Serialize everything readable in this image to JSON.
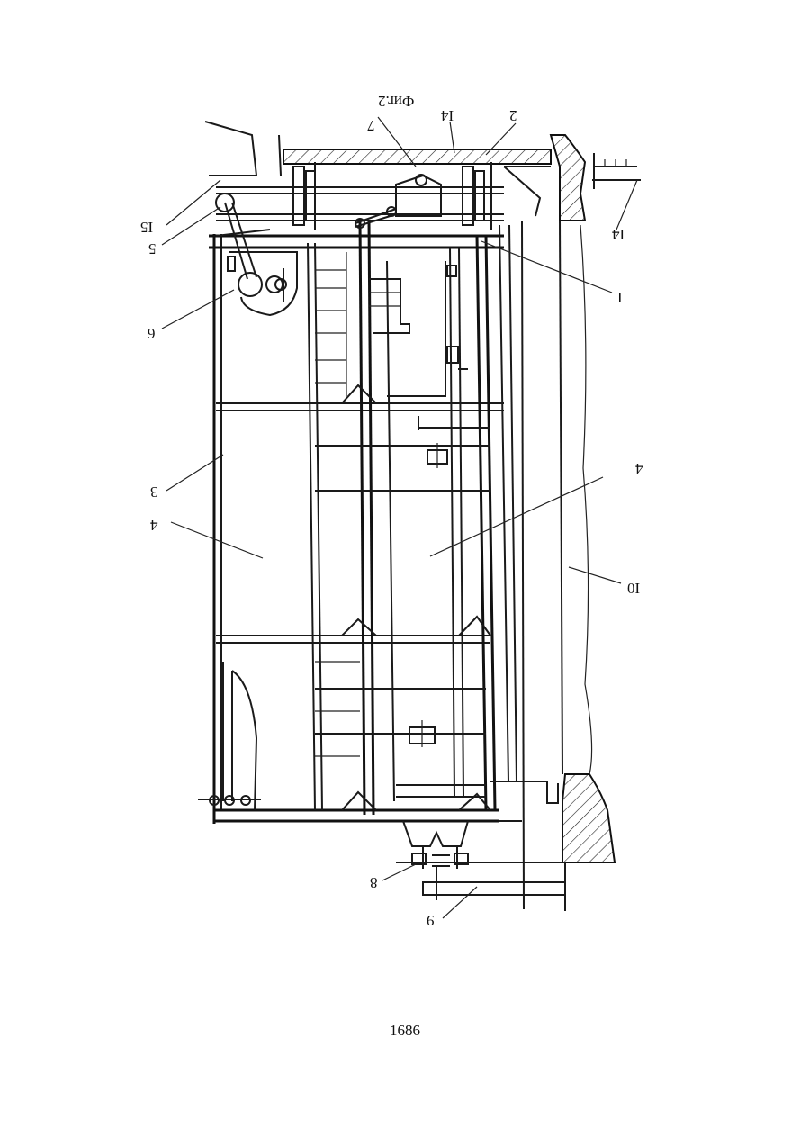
{
  "figure": {
    "caption": "Фиг.2",
    "labels": {
      "l1": "I",
      "l2": "2",
      "l3": "3",
      "l4a": "4",
      "l4b": "4",
      "l5": "5",
      "l6": "6",
      "l7": "7",
      "l8": "8",
      "l9": "9",
      "l10": "I0",
      "l11": "I4",
      "l14": "I4",
      "l15": "I5"
    }
  },
  "page": {
    "number": "1686"
  }
}
